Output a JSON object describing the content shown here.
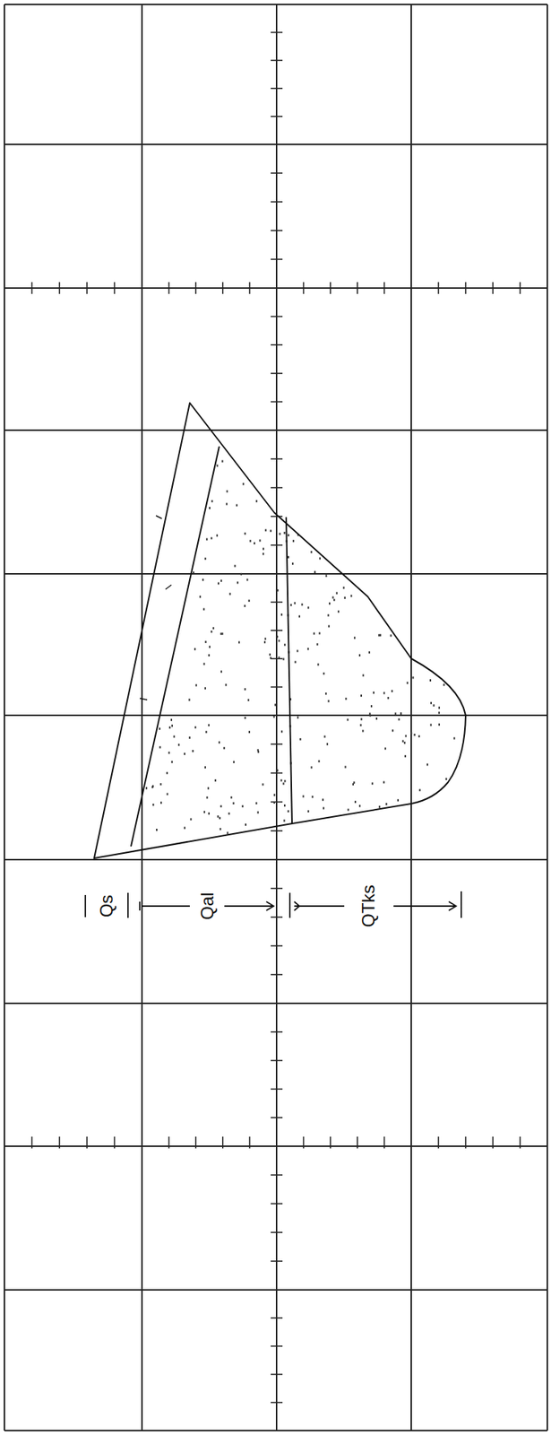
{
  "diagram": {
    "labels": [
      "Qs",
      "Qal",
      "QTks"
    ]
  }
}
